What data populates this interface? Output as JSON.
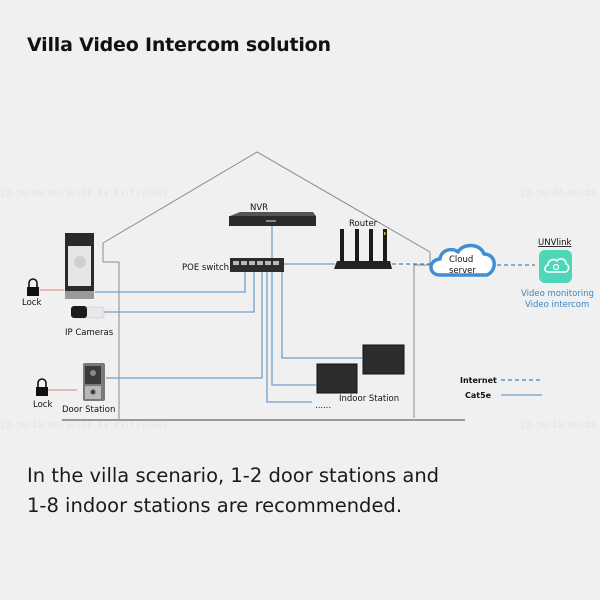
{
  "title": "Villa Video Intercom solution",
  "caption": {
    "line1": "In the villa scenario, 1-2 door stations and",
    "line2": "1-8 indoor stations are recommended."
  },
  "devices": {
    "nvr": "NVR",
    "router": "Router",
    "poe_switch": "POE switch",
    "cloud": {
      "line1": "Cloud",
      "line2": "server"
    },
    "app": {
      "name": "UNVlink",
      "line1": "Video monitoring",
      "line2": "Video intercom"
    },
    "lock_top": "Lock",
    "lock_bottom": "Lock",
    "ip_cameras": "IP Cameras",
    "door_station": "Door Station",
    "indoor_station": "Indoor Station",
    "ellipsis": "......"
  },
  "legend": {
    "internet": {
      "label": "Internet",
      "style": "dashed"
    },
    "cat5e": {
      "label": "Cat5e",
      "style": "solid"
    }
  },
  "colors": {
    "cable": "#6fa0cc",
    "internet": "#4a7fb5",
    "lock_wire": "#d9534f",
    "house": "#8a8a8a",
    "cloud": "#3f8fd2",
    "app_icon": "#4dd6b8"
  },
  "watermarks": [
    "13:58:00:00:3C:08:04:01:fv16S01",
    "13:58:04:00:40",
    "13:58:10:00:3C:08:04:01:fv16S01",
    "13:58:10:00:40"
  ]
}
